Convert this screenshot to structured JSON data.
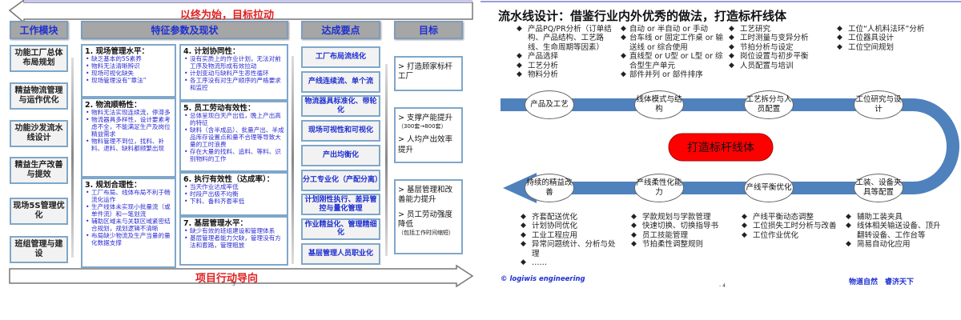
{
  "left_slide": {
    "top_arrow_text": "以终为始，目标拉动",
    "bottom_arrow_text": "项目行动导向",
    "page_number": "3",
    "headers": [
      "工作模块",
      "特征参数及现状",
      "达成要点",
      "目标"
    ],
    "modules": [
      "功能工厂总体布局规划",
      "精益物流管理与运作优化",
      "功能沙发流水线设计",
      "精益生产改善与提效",
      "现场5S管理优化",
      "班组管理与建设"
    ],
    "features": [
      {
        "title": "1. 现场管理水平：",
        "items": [
          "缺乏基本的5S素养",
          "物料无法清晰辨识",
          "现场可视化缺失",
          "现场管理没有“章法”"
        ]
      },
      {
        "title": "2. 物流顺畅性：",
        "items": [
          "物料无法实现连续流，停滞多",
          "物流器具多样性，设计要素考虑不全，不能满足生产及岗位精益需求",
          "物料管理不到位，找料、补料、退料、缺料都频繁出现"
        ]
      },
      {
        "title": "3. 规划合理性：",
        "items": [
          "工厂布局、线体布局不利于畅流化运作",
          "生产线体未实现小批量流（或单件流）和一笔划流",
          "辅助区域未与关联区域紧密结合规划，规划逻辑不清晰",
          "布局缺少物流及生产当量的量化数据支撑"
        ]
      },
      {
        "title": "4. 计划协同性：",
        "items": [
          "没有实质上的作业计划，无法对前工序及物流形成有效拉动",
          "计划变动与缺料产生恶性循环",
          "各工序没有对生产顺序的严格要求和监控"
        ]
      },
      {
        "title": "5. 员工劳动有效性：",
        "items": [
          "总体呈现白天产出低，晚上产出高的特征",
          "缺料（含半成品）、批量产出、半成品库存设置点和量不合理等导致大量的工时浪费",
          "存在大量的找料、追料、等料、识别物料的工作"
        ]
      },
      {
        "title": "6. 执行有效性（达成率）：",
        "items": [
          "当天作业达成率低",
          "时段产出极不均衡",
          "下料、备料齐套率低"
        ]
      },
      {
        "title": "7. 基层管理水平：",
        "items": [
          "缺少有效的班组建设和管理体系",
          "基层管理者能力欠缺，管理没有方法和套路，管理粗放"
        ]
      }
    ],
    "key_points": [
      "工厂布局流线化",
      "产线连续流、单个流",
      "物流器具标准化、带轮化",
      "现场可视性和可视化",
      "产出均衡化",
      "分工专业化（产配分离）",
      "计划刚性执行、差异管控与量化管理",
      "作业精益化、管理精细化",
      "基层管理人员职业化"
    ],
    "goals": [
      {
        "items": [
          {
            "text": "> 打造顾家标杆工厂",
            "sub": ""
          }
        ]
      },
      {
        "items": [
          {
            "text": "> 支撑产能提升",
            "sub": "（300套→800套）"
          },
          {
            "text": "> 人均产出效率提升",
            "sub": ""
          }
        ]
      },
      {
        "items": [
          {
            "text": "> 基层管理和改善能力提升",
            "sub": ""
          },
          {
            "text": "> 员工劳动强度降低",
            "sub": "（包括工作时间缩短）"
          }
        ]
      }
    ]
  },
  "right_slide": {
    "title": "流水线设计：借鉴行业内外优秀的做法，打造标杆线体",
    "top_bullets": [
      [
        "产品PQ/PR分析（订单结构、产品结构、工艺路线、生命周期等因素）",
        "产品选择",
        "工艺分析",
        "物料分析"
      ],
      [
        "自动 or 半自动 or 手动",
        "台车线 or 固定工作桌 or 输送线 or 综合使用",
        "直线型 or U型 or L型 or 综合型生产单元",
        "部件并列 or 部件排序"
      ],
      [
        "工艺研究",
        "工时测量与变异分析",
        "节拍分析与设定",
        "岗位设置与初步平衡",
        "人员配置与培训"
      ],
      [
        "工位“人机料法环”分析",
        "工位器具设计",
        "工位空间规划"
      ]
    ],
    "top_steps": [
      "产品及工艺",
      "线体模式与结构",
      "工艺拆分与人员配置",
      "工位研究与设计"
    ],
    "bottom_steps": [
      "持续的精益改善",
      "产线柔性化能力",
      "产线平衡优化",
      "工装、设备夹具等配置"
    ],
    "center_label": "打造标杆线体",
    "bottom_bullets": [
      [
        "齐套配送优化",
        "计划协同优化",
        "工业工程应用",
        "异常问题统计、分析与处理",
        "……"
      ],
      [
        "学款规划与学款管理",
        "快速切换、切换指导书",
        "员工技能管理",
        "节拍柔性调整规则"
      ],
      [
        "产线平衡动态调整",
        "工位损失工时分析与改善",
        "工位作业优化"
      ],
      [
        "辅助工装夹具",
        "线体相关输送设备、顶升翻转设备、工作台等",
        "简易自动化应用"
      ]
    ],
    "copyright": "© logiwis engineering",
    "page_number": "- 4",
    "slogan": "物道自然　睿济天下",
    "colors": {
      "band": "#4f81bd",
      "center": "#ff0000",
      "title_accent": "#1f2fd0",
      "arrow_text": "#e02020"
    }
  }
}
